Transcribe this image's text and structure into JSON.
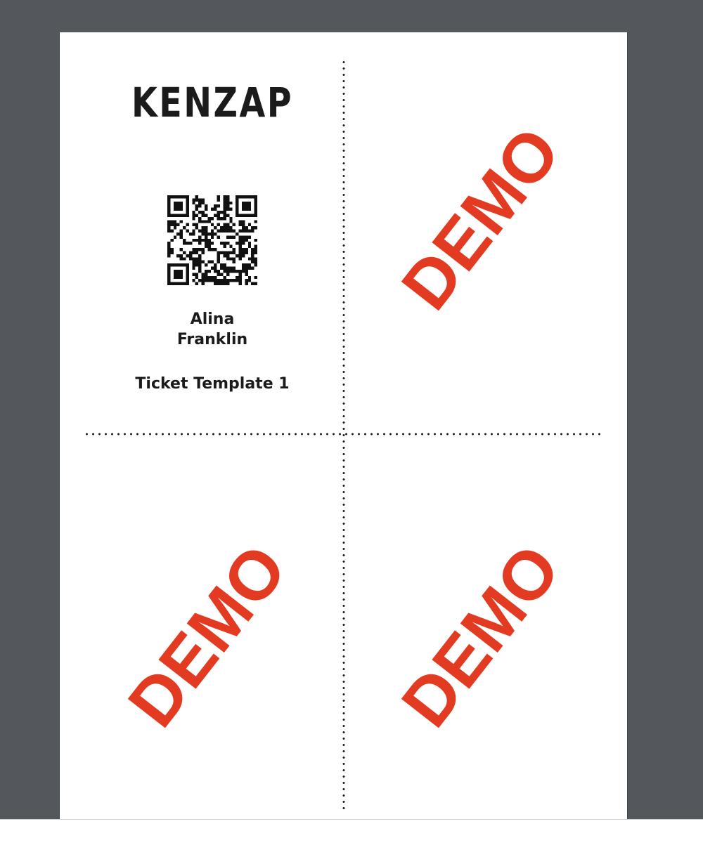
{
  "ticket": {
    "brand": "KENZAP",
    "attendee_first": "Alina",
    "attendee_last": "Franklin",
    "template_name": "Ticket Template 1"
  },
  "watermark": {
    "text": "DEMO",
    "color": "#e33b22"
  },
  "colors": {
    "viewer_background": "#54585c",
    "page": "#ffffff",
    "text": "#1b1b1b"
  },
  "icons": {
    "qr": "qr-code-icon"
  }
}
